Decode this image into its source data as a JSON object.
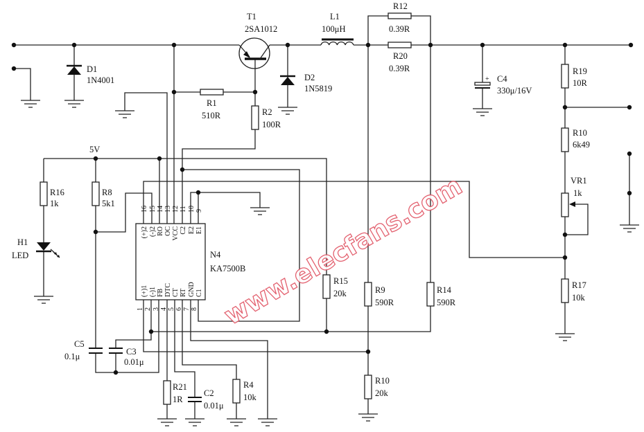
{
  "components": {
    "D1": {
      "ref": "D1",
      "value": "1N4001"
    },
    "T1": {
      "ref": "T1",
      "value": "2SA1012"
    },
    "L1": {
      "ref": "L1",
      "value": "100μH"
    },
    "R12": {
      "ref": "R12",
      "value": "0.39R"
    },
    "R20": {
      "ref": "R20",
      "value": "0.39R"
    },
    "D2": {
      "ref": "D2",
      "value": "1N5819"
    },
    "R1": {
      "ref": "R1",
      "value": "510R"
    },
    "R2": {
      "ref": "R2",
      "value": "100R"
    },
    "C4": {
      "ref": "C4",
      "value": "330μ/16V"
    },
    "R19": {
      "ref": "R19",
      "value": "10R"
    },
    "R10a": {
      "ref": "R10",
      "value": "6k49"
    },
    "VR1": {
      "ref": "VR1",
      "value": "1k"
    },
    "R17": {
      "ref": "R17",
      "value": "10k"
    },
    "R16": {
      "ref": "R16",
      "value": "1k"
    },
    "R8": {
      "ref": "R8",
      "value": "5k1"
    },
    "H1": {
      "ref": "H1",
      "value": "LED"
    },
    "N4": {
      "ref": "N4",
      "value": "KA7500B"
    },
    "R15": {
      "ref": "R15",
      "value": "20k"
    },
    "R9": {
      "ref": "R9",
      "value": "590R"
    },
    "R14": {
      "ref": "R14",
      "value": "590R"
    },
    "C5": {
      "ref": "C5",
      "value": "0.1μ"
    },
    "C3": {
      "ref": "C3",
      "value": "0.01μ"
    },
    "R21": {
      "ref": "R21",
      "value": "1R"
    },
    "C2": {
      "ref": "C2",
      "value": "0.01μ"
    },
    "R4": {
      "ref": "R4",
      "value": "10k"
    },
    "R10b": {
      "ref": "R10",
      "value": "20k"
    }
  },
  "net_labels": {
    "v5": "5V"
  },
  "ic_pins": {
    "top": [
      {
        "num": "16",
        "name": "(+)2"
      },
      {
        "num": "15",
        "name": "(-)2"
      },
      {
        "num": "14",
        "name": "RO"
      },
      {
        "num": "13",
        "name": "OC"
      },
      {
        "num": "12",
        "name": "VCC"
      },
      {
        "num": "11",
        "name": "C2"
      },
      {
        "num": "10",
        "name": "E2"
      },
      {
        "num": "9",
        "name": "E1"
      }
    ],
    "bottom": [
      {
        "num": "1",
        "name": "(+)1"
      },
      {
        "num": "2",
        "name": "(-)1"
      },
      {
        "num": "3",
        "name": "FB"
      },
      {
        "num": "4",
        "name": "DTC"
      },
      {
        "num": "5",
        "name": "CT"
      },
      {
        "num": "6",
        "name": "RT"
      },
      {
        "num": "7",
        "name": "GND"
      },
      {
        "num": "8",
        "name": "C1"
      }
    ]
  },
  "watermark": "www.elecfans.com",
  "colors": {
    "wire": "#222222",
    "watermark": "#e05060",
    "background": "#ffffff"
  }
}
